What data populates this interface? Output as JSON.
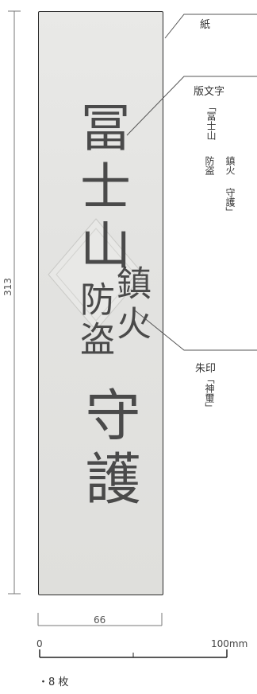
{
  "labels": {
    "paper": "紙",
    "print_text_title": "版文字",
    "print_text_col1": "「冨士山",
    "print_text_col2": "鎮火",
    "print_text_col3": "防盗",
    "print_text_col4": "守護」",
    "seal_title": "朱印",
    "seal_text": "「神璽」"
  },
  "talisman": {
    "main_text": "冨士山",
    "left_col": "防盗",
    "right_col": "鎮火",
    "bottom_text": "守護"
  },
  "dimensions": {
    "height_label": "313",
    "width_label": "66",
    "scale_start": "0",
    "scale_end": "100mm"
  },
  "footer": {
    "count": "・8 枚"
  },
  "colors": {
    "paper": "#e4e4e2",
    "ink": "#2c2c2c",
    "line": "#555555"
  }
}
